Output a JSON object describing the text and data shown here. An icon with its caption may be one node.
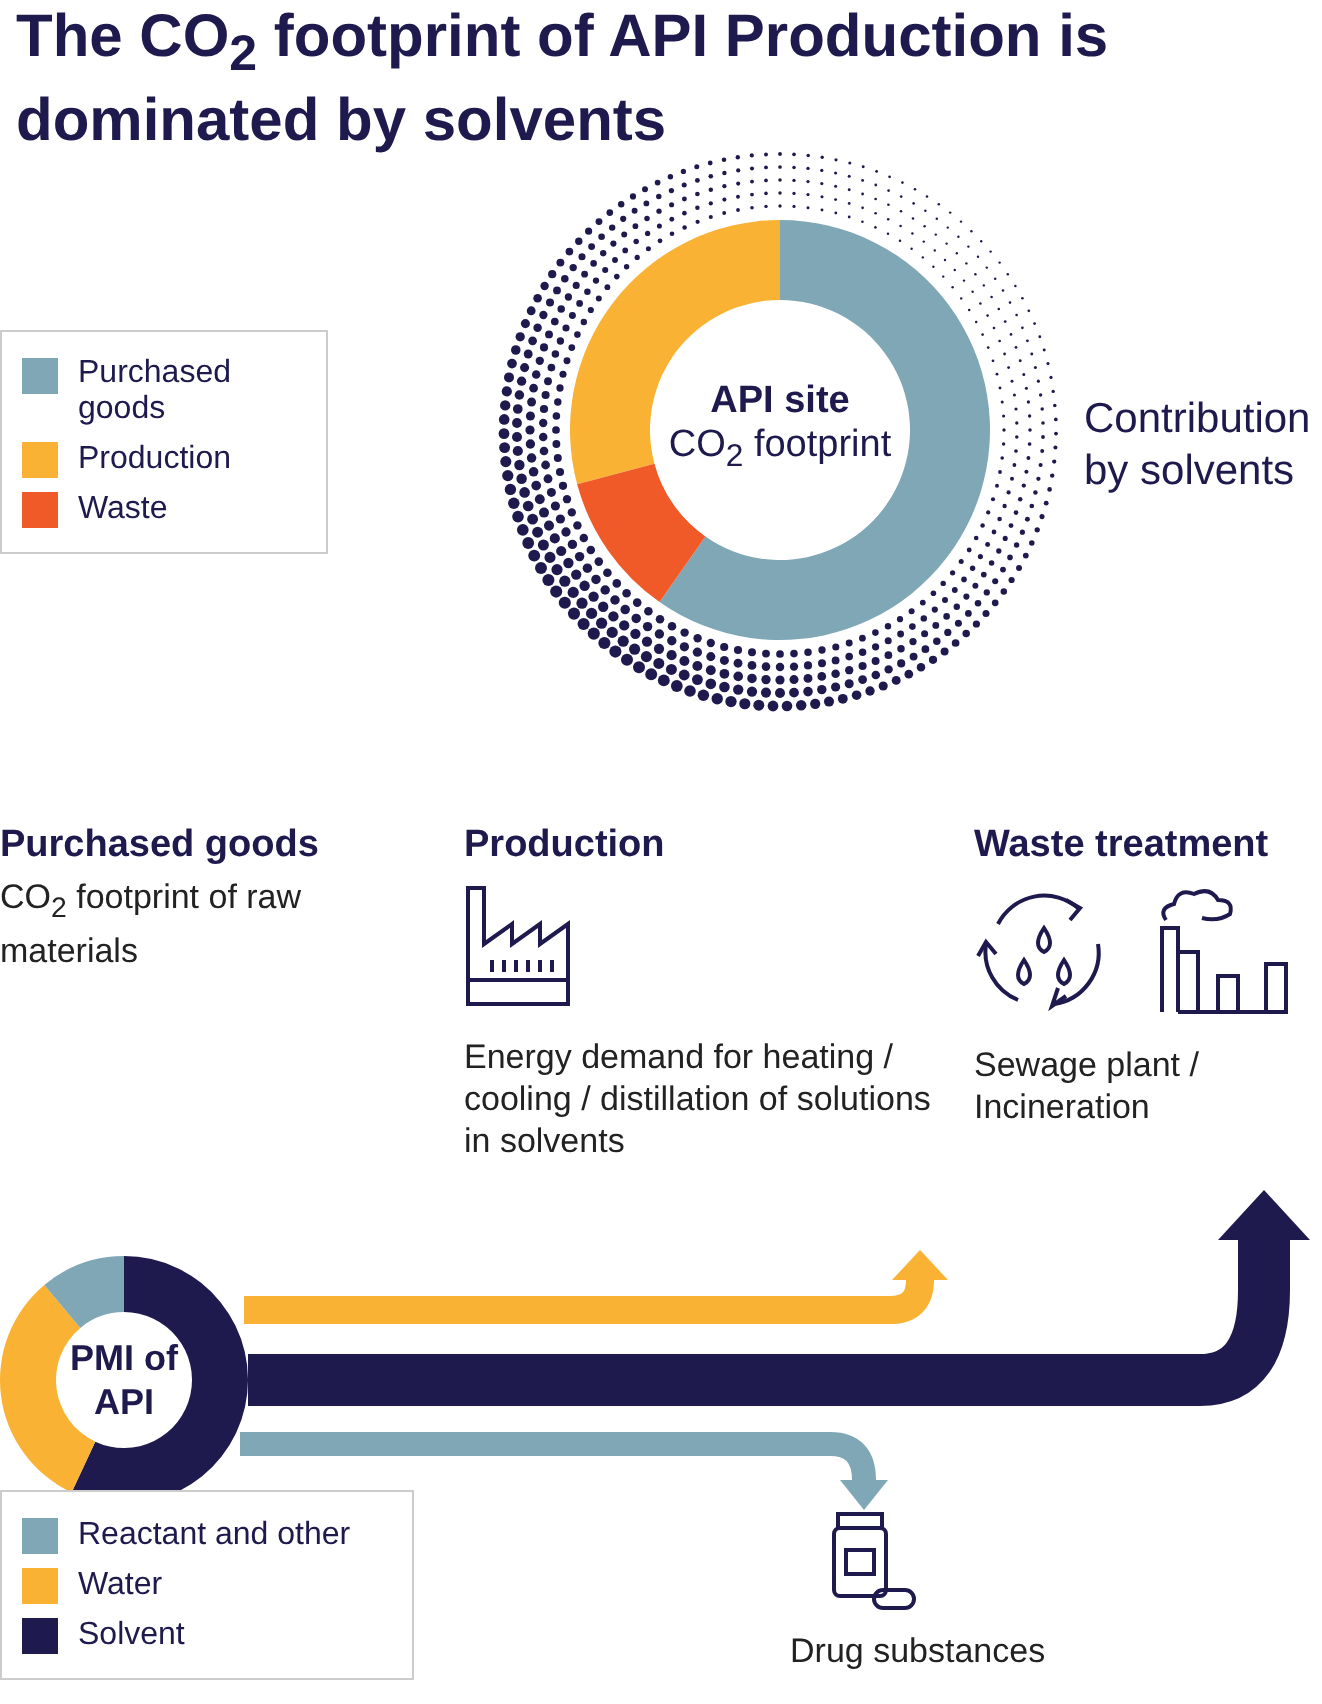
{
  "diagram": {
    "title": "The CO$_{2}$ footprint of API Production is dominated by solvents",
    "nodes": [
      {
        "text": [
          "API site",
          "CO$_{2}$ footprint"
        ]
      },
      {
        "text": [
          "Purchased goods",
          "CO$_{2}$ footprint of raw materials"
        ]
      },
      {
        "text": [
          "Production",
          "Energy demand for heating / cooling / distillation of solutions in solvents"
        ]
      },
      {
        "text": [
          "Waste treatment",
          "Sewage plant / Incineration"
        ]
      },
      {
        "text": [
          "PMI of API"
        ]
      },
      {
        "text": [
          "Drug substances"
        ]
      }
    ],
    "edges": [
      {
        "from": 4,
        "to": 2,
        "arrow": "to",
        "color": "#f9b233"
      },
      {
        "from": 4,
        "to": 3,
        "arrow": "to",
        "style": "thick",
        "color": "#1e1a4d"
      },
      {
        "from": 4,
        "to": 5,
        "arrow": "to",
        "color": "#7fa7b5"
      }
    ],
    "labels": [
      "Contribution by solvents"
    ],
    "legend": [
      {
        "text": "Purchased goods",
        "color": "#7fa7b5"
      },
      {
        "text": "Production",
        "color": "#f9b233"
      },
      {
        "text": "Waste",
        "color": "#f05a28"
      },
      {
        "text": "Reactant and other",
        "color": "#7fa7b5"
      },
      {
        "text": "Water",
        "color": "#f9b233"
      },
      {
        "text": "Solvent",
        "color": "#1e1a4d"
      }
    ]
  }
}
